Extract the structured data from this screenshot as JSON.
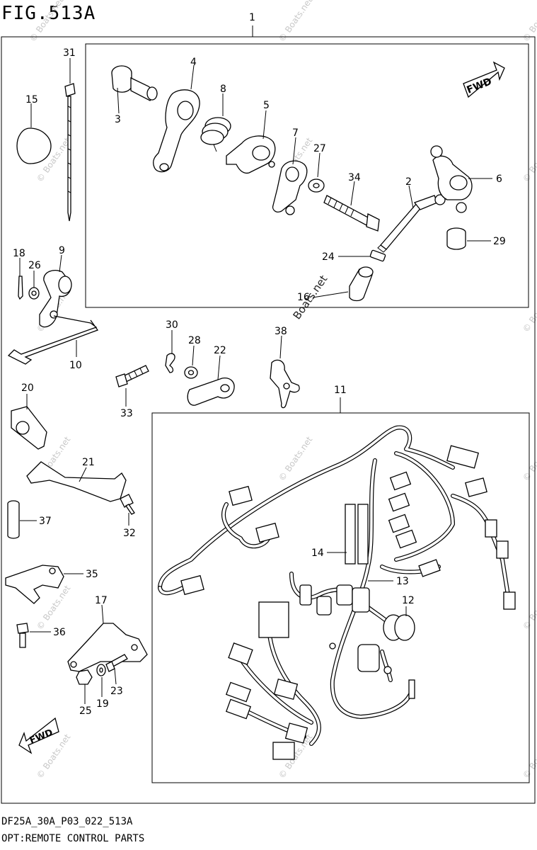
{
  "figure": {
    "title": "FIG.513A",
    "code": "DF25A_30A_P03_022_513A",
    "caption": "OPT:REMOTE CONTROL PARTS"
  },
  "direction_marker": "FWD",
  "watermark": "© Boats.net",
  "watermark_strong": "Boats.net",
  "callouts": {
    "c1": "1",
    "c2": "2",
    "c3": "3",
    "c4": "4",
    "c5": "5",
    "c6": "6",
    "c7": "7",
    "c8": "8",
    "c9": "9",
    "c10": "10",
    "c11": "11",
    "c12": "12",
    "c13": "13",
    "c14": "14",
    "c15": "15",
    "c16": "16",
    "c17": "17",
    "c18": "18",
    "c19": "19",
    "c20": "20",
    "c21": "21",
    "c22": "22",
    "c23": "23",
    "c24": "24",
    "c25": "25",
    "c26": "26",
    "c27": "27",
    "c28": "28",
    "c29": "29",
    "c30": "30",
    "c31": "31",
    "c32": "32",
    "c33": "33",
    "c34": "34",
    "c35": "35",
    "c36": "36",
    "c37": "37",
    "c38": "38"
  }
}
